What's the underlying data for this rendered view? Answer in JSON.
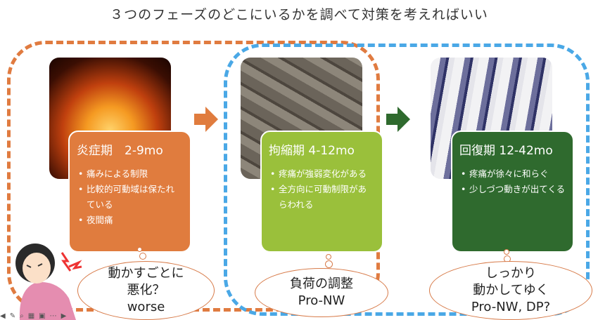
{
  "title": "３つのフェーズのどこにいるかを調べて対策を考えればいい",
  "phases": [
    {
      "title": "炎症期　2-9mo",
      "bullets": [
        "痛みによる制限",
        "比較的可動域は保たれている",
        "夜間痛"
      ],
      "cloud": [
        "動かすごとに",
        "悪化？",
        "worse"
      ],
      "color": "#e07c3e"
    },
    {
      "title": "拘縮期 4-12mo",
      "bullets": [
        "疼痛が強弱変化がある",
        "全方向に可動制限があらわれる"
      ],
      "cloud": [
        "負荷の調整",
        "Pro-NW"
      ],
      "color": "#9ac03b"
    },
    {
      "title": "回復期 12-42mo",
      "bullets": [
        "疼痛が徐々に和らぐ",
        "少しづつ動きが出てくる"
      ],
      "cloud": [
        "しっかり",
        "動かしてゆく",
        "Pro-NW, DP?"
      ],
      "color": "#2f6a2e"
    }
  ],
  "toolbar": [
    "◀",
    "✎",
    "⌕",
    "▦",
    "▣",
    "⋯",
    "▶"
  ]
}
